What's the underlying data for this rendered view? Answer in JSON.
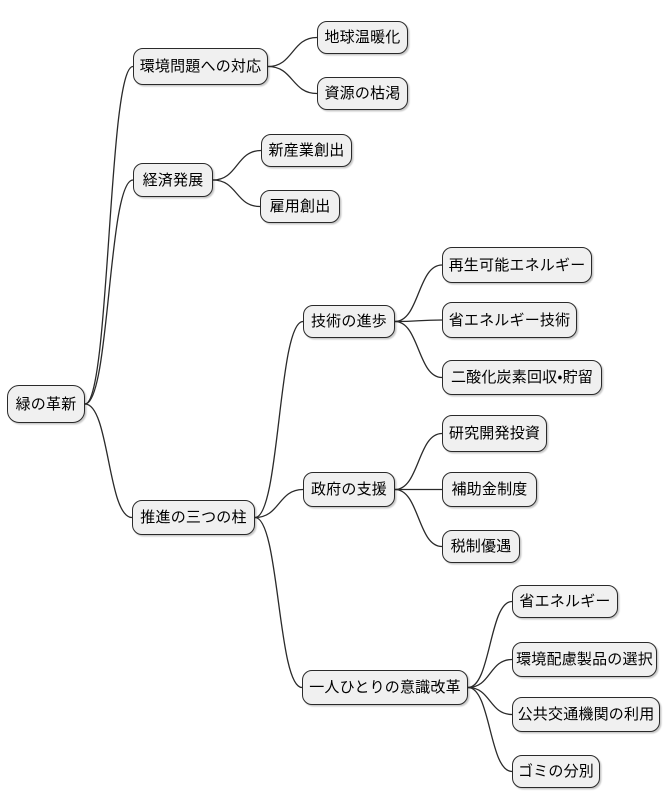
{
  "diagram": {
    "type": "mindmap",
    "colors": {
      "background": "#ffffff",
      "node_fill": "#f0f0f0",
      "node_border": "#2a2a2a",
      "edge": "#2a2a2a",
      "text": "#000000"
    },
    "tree": {
      "label": "緑の革新",
      "children": [
        {
          "label": "環境問題への対応",
          "children": [
            {
              "label": "地球温暖化"
            },
            {
              "label": "資源の枯渇"
            }
          ]
        },
        {
          "label": "経済発展",
          "children": [
            {
              "label": "新産業創出"
            },
            {
              "label": "雇用創出"
            }
          ]
        },
        {
          "label": "推進の三つの柱",
          "children": [
            {
              "label": "技術の進歩",
              "children": [
                {
                  "label": "再生可能エネルギー"
                },
                {
                  "label": "省エネルギー技術"
                },
                {
                  "label": "二酸化炭素回収・貯留"
                }
              ]
            },
            {
              "label": "政府の支援",
              "children": [
                {
                  "label": "研究開発投資"
                },
                {
                  "label": "補助金制度"
                },
                {
                  "label": "税制優遇"
                }
              ]
            },
            {
              "label": "一人ひとりの意識改革",
              "children": [
                {
                  "label": "省エネルギー"
                },
                {
                  "label": "環境配慮製品の選択"
                },
                {
                  "label": "公共交通機関の利用"
                },
                {
                  "label": "ゴミの分別"
                }
              ]
            }
          ]
        }
      ]
    }
  }
}
